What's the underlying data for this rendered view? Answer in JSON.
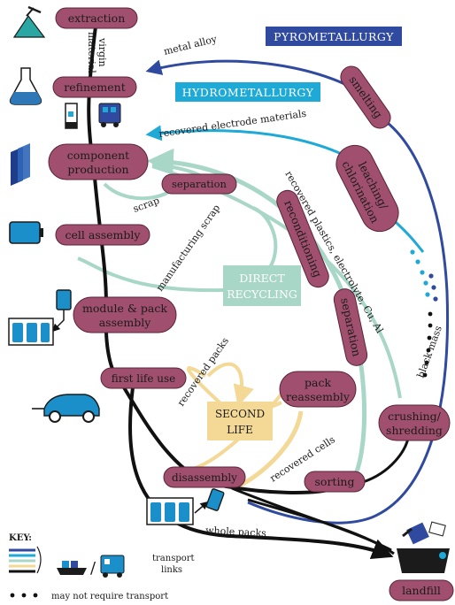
{
  "processes": {
    "extraction": "extraction",
    "refinement": "refinement",
    "component_production_1": "component",
    "component_production_2": "production",
    "separation_top": "separation",
    "cell_assembly": "cell assembly",
    "module_pack_1": "module & pack",
    "module_pack_2": "assembly",
    "first_life_use": "first life use",
    "disassembly": "disassembly",
    "sorting": "sorting",
    "landfill": "landfill",
    "smelting": "smelting",
    "leaching_1": "leaching/",
    "leaching_2": "chlorination",
    "reconditioning": "reconditioning",
    "separation_right": "separation",
    "pack_reassembly_1": "pack",
    "pack_reassembly_2": "reassembly",
    "crushing_1": "crushing/",
    "crushing_2": "shredding"
  },
  "banners": {
    "pyro": "PYROMETALLURGY",
    "hydro": "HYDROMETALLURGY",
    "direct_1": "DIRECT",
    "direct_2": "RECYCLING",
    "second_1": "SECOND",
    "second_2": "LIFE"
  },
  "flow_labels": {
    "virgin": "virgin",
    "material": "material",
    "metal_alloy": "metal alloy",
    "recovered_electrode": "recovered electrode materials",
    "recovered_plastics": "recovered plastics, electrolyte, Cu, Al",
    "scrap": "scrap",
    "manufacturing_scrap": "manufacturing scrap",
    "recovered_packs": "recovered packs",
    "recovered_cells": "recovered cells",
    "black_mass": "black mass",
    "whole_packs": "whole packs"
  },
  "key": {
    "title": "KEY:",
    "transport_1": "transport",
    "transport_2": "links",
    "no_transport": "may not require transport"
  },
  "colors": {
    "pill": "#a0506e",
    "pyro": "#2f4a9e",
    "hydro": "#1ea9d6",
    "direct": "#a9d7c7",
    "second": "#f3d896",
    "main": "#111111"
  },
  "icons": [
    "mine-icon",
    "flask-icon",
    "plant-icon",
    "cell-panel-icon",
    "battery-icon",
    "battery-pack-icon",
    "electric-car-icon",
    "landfill-icon",
    "truck-icon",
    "ship-icon"
  ]
}
